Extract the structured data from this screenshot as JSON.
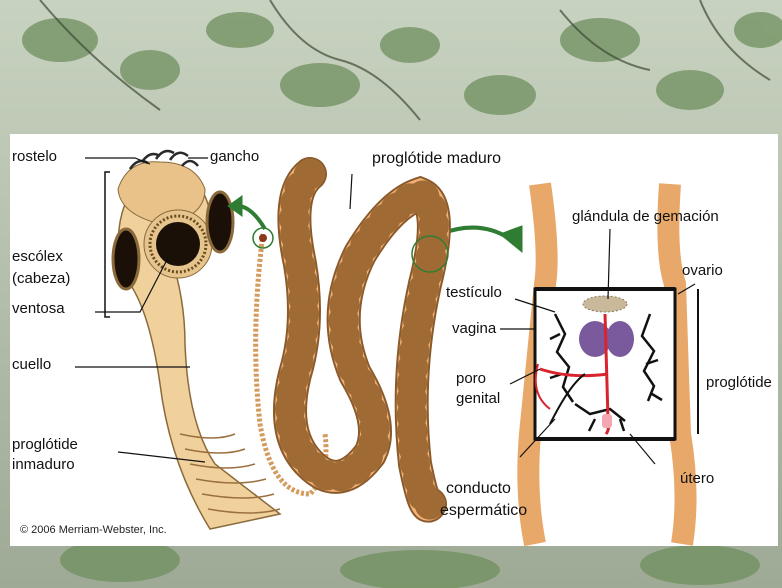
{
  "labels": {
    "rostelo": "rostelo",
    "gancho": "gancho",
    "escolex": "escólex",
    "cabeza": "(cabeza)",
    "ventosa": "ventosa",
    "cuello": "cuello",
    "proglotide_inmaduro_1": "proglótide",
    "proglotide_inmaduro_2": "inmaduro",
    "proglotide_maduro": "proglótide maduro",
    "glandula_gemacion": "glándula de gemación",
    "testiculo": "testículo",
    "ovario": "ovario",
    "vagina": "vagina",
    "poro_genital_1": "poro",
    "poro_genital_2": "genital",
    "proglotide_right": "proglótide",
    "utero": "útero",
    "conducto_espermatico_1": "conducto",
    "conducto_espermatico_2": "espermático"
  },
  "credit": "© 2006 Merriam-Webster, Inc.",
  "colors": {
    "worm_fill": "#f2b27a",
    "worm_stroke": "#8a5a2b",
    "head_fill": "#f1d19b",
    "arrow_green": "#2f7d32",
    "uterus": "#d9242e",
    "ovary": "#7a5a9c",
    "gland": "#c9b99a"
  }
}
